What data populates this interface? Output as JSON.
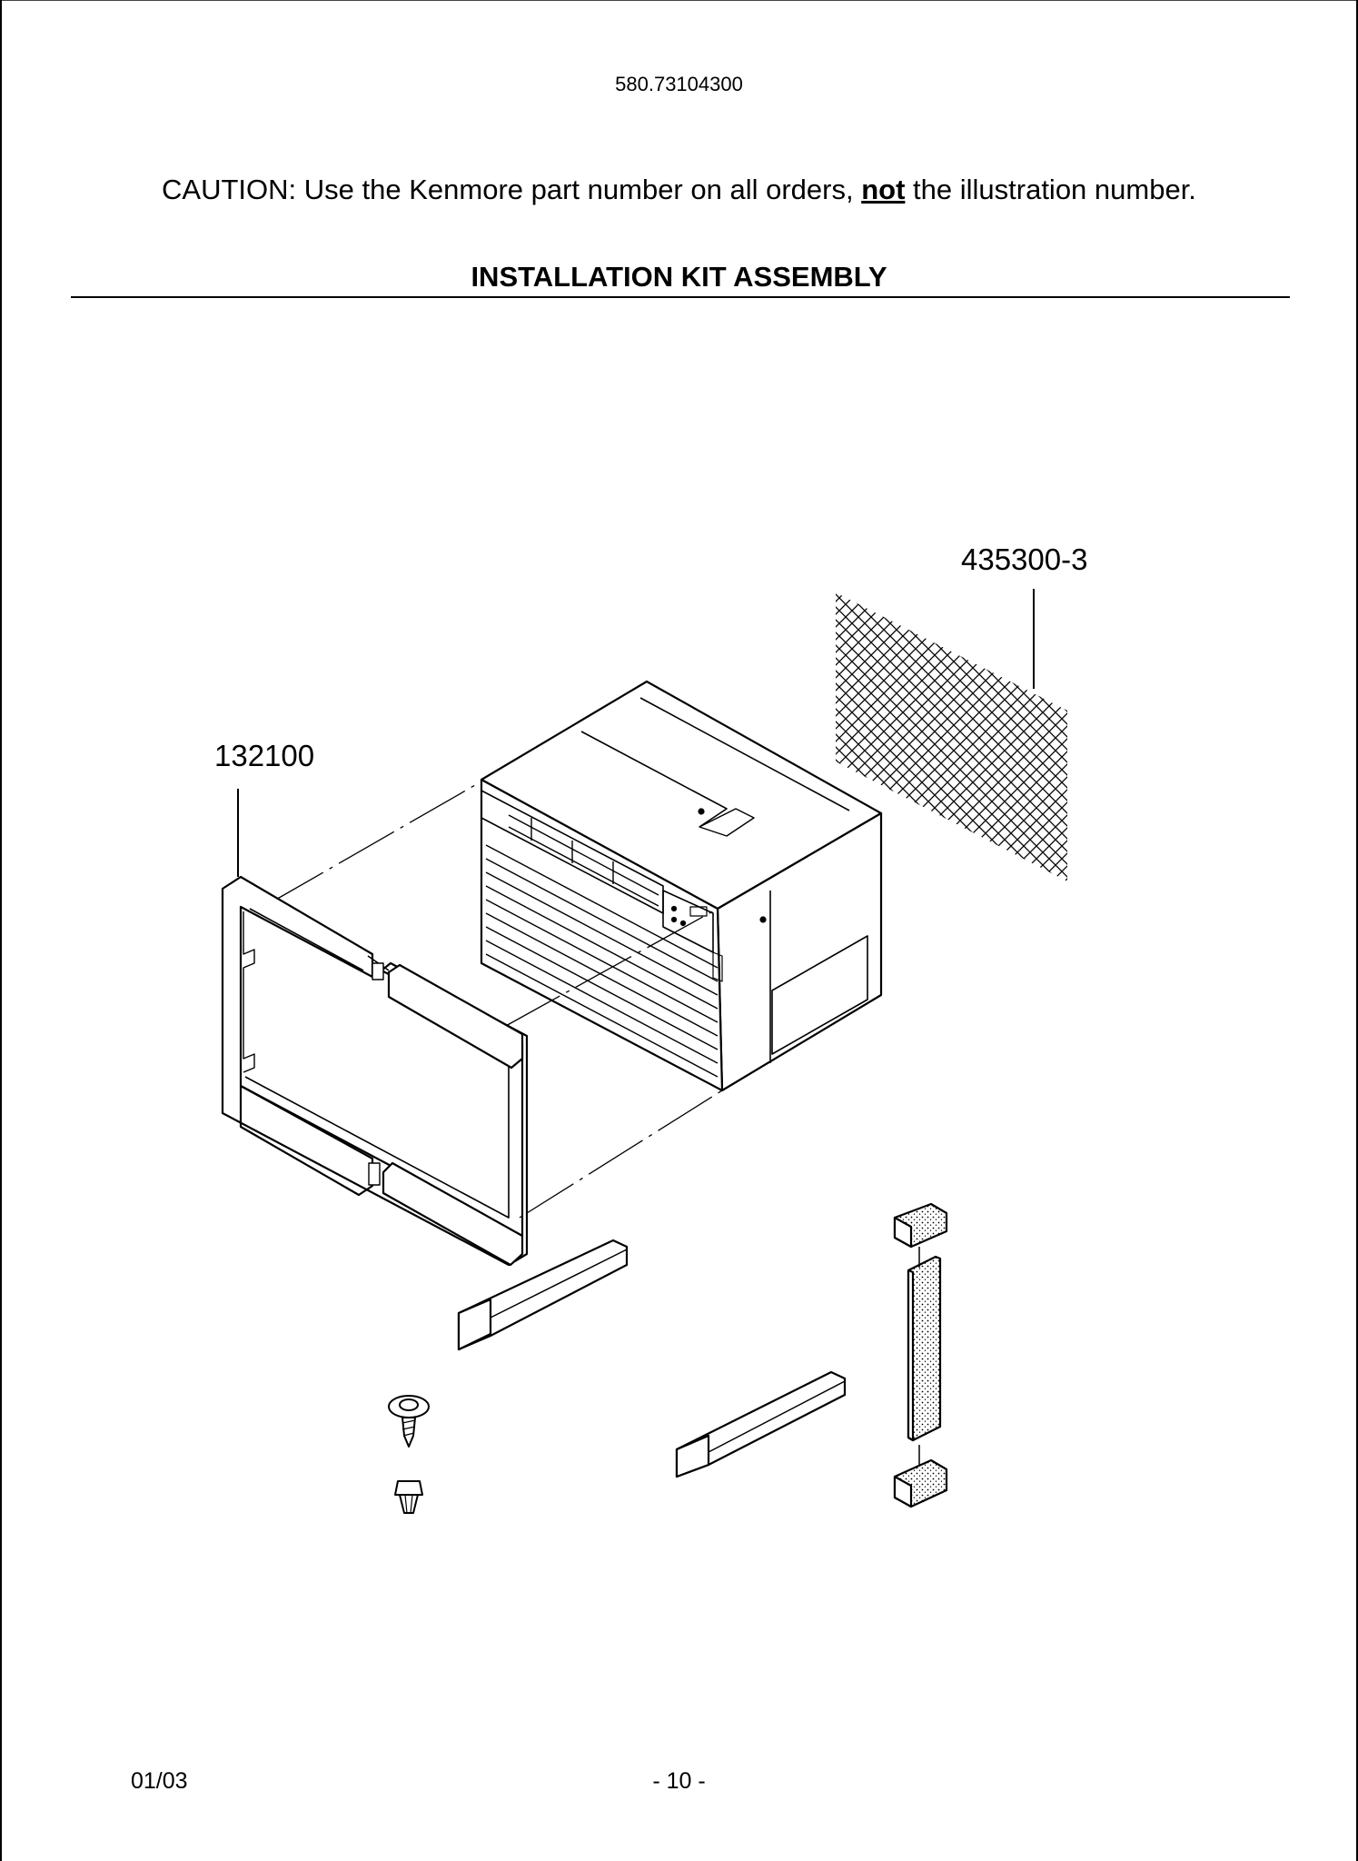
{
  "header": {
    "model_number": "580.73104300"
  },
  "caution": {
    "prefix": "CAUTION: Use the Kenmore part number on all orders,",
    "emphasis": "not",
    "suffix": "the illustration number."
  },
  "section": {
    "title": "INSTALLATION KIT ASSEMBLY"
  },
  "callouts": {
    "screen_part": "435300-3",
    "frame_part": "132100"
  },
  "footer": {
    "date": "01/03",
    "page": "- 10 -"
  }
}
